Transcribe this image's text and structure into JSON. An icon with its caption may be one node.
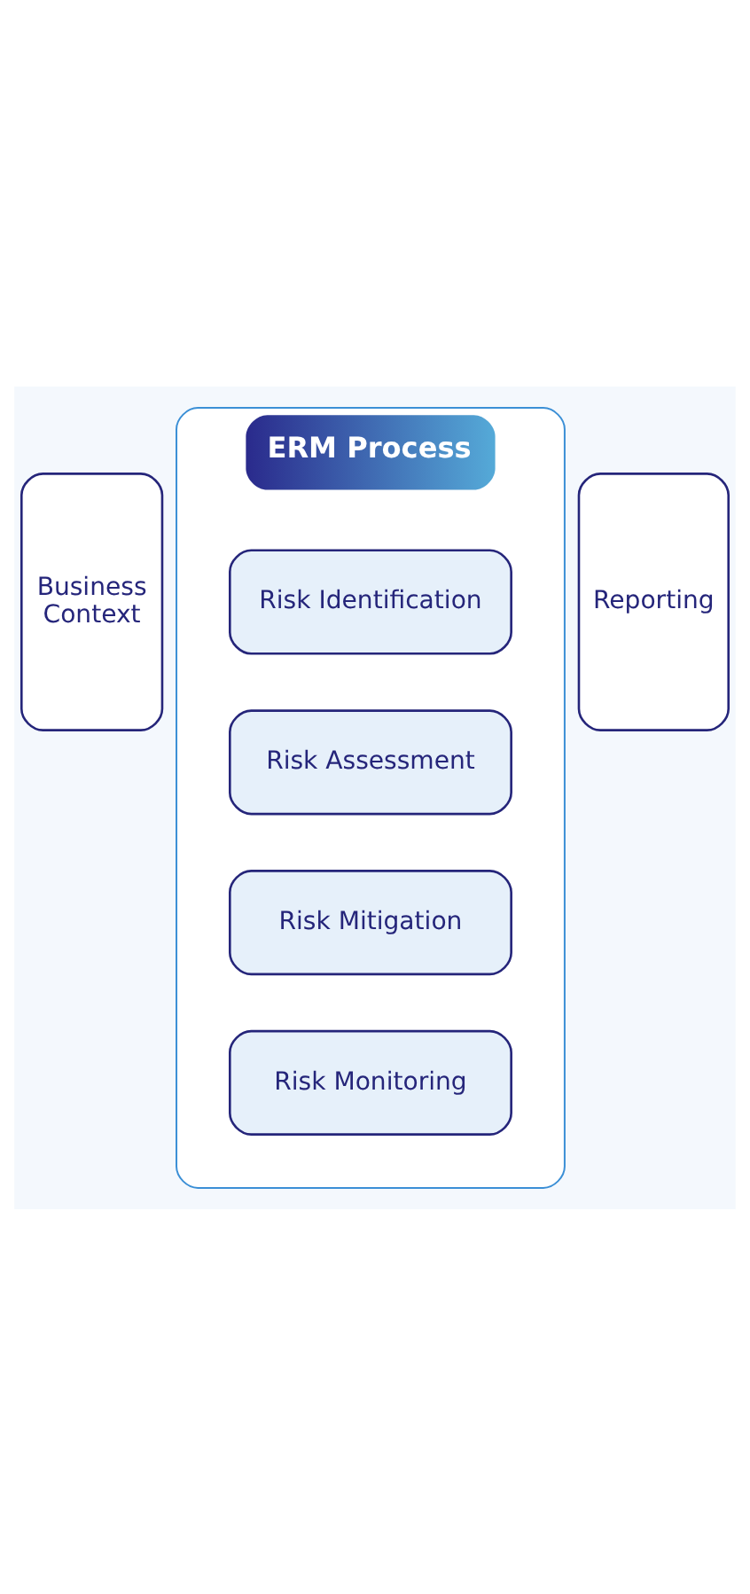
{
  "diagram": {
    "nodes": [
      {
        "text": [
          "ERM Process"
        ]
      },
      {
        "text": [
          "Risk Identification"
        ],
        "in": 0
      },
      {
        "text": [
          "Risk Assessment"
        ],
        "in": 0
      },
      {
        "text": [
          "Risk Mitigation"
        ],
        "in": 0
      },
      {
        "text": [
          "Risk Monitoring"
        ],
        "in": 0
      },
      {
        "text": [
          "Business Context"
        ]
      },
      {
        "text": [
          "Reporting"
        ]
      }
    ]
  }
}
